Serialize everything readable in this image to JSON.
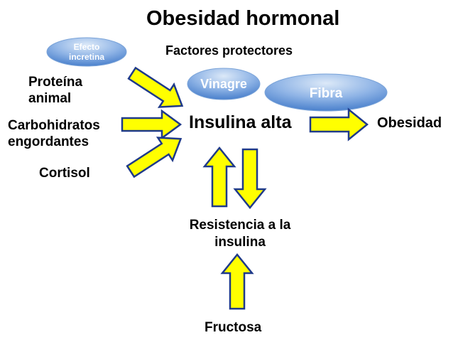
{
  "title": "Obesidad hormonal",
  "subtitle": "Factores protectores",
  "bubbles": {
    "incretin": [
      "Efecto",
      "incretina"
    ],
    "vinegar": "Vinagre",
    "fiber": "Fibra"
  },
  "inputs": {
    "animal_protein": "Proteína animal",
    "fattening_carbs": "Carbohidratos engordantes",
    "cortisol": "Cortisol"
  },
  "center": "Insulina alta",
  "output": "Obesidad",
  "resistance": "Resistencia a la insulina",
  "fructose": "Fructosa",
  "colors": {
    "arrow_fill": "#ffff00",
    "arrow_stroke": "#1f3a8a",
    "bubble_light": "#c8dcf5",
    "bubble_dark": "#4a80cc",
    "bubble_text": "#ffffff"
  }
}
